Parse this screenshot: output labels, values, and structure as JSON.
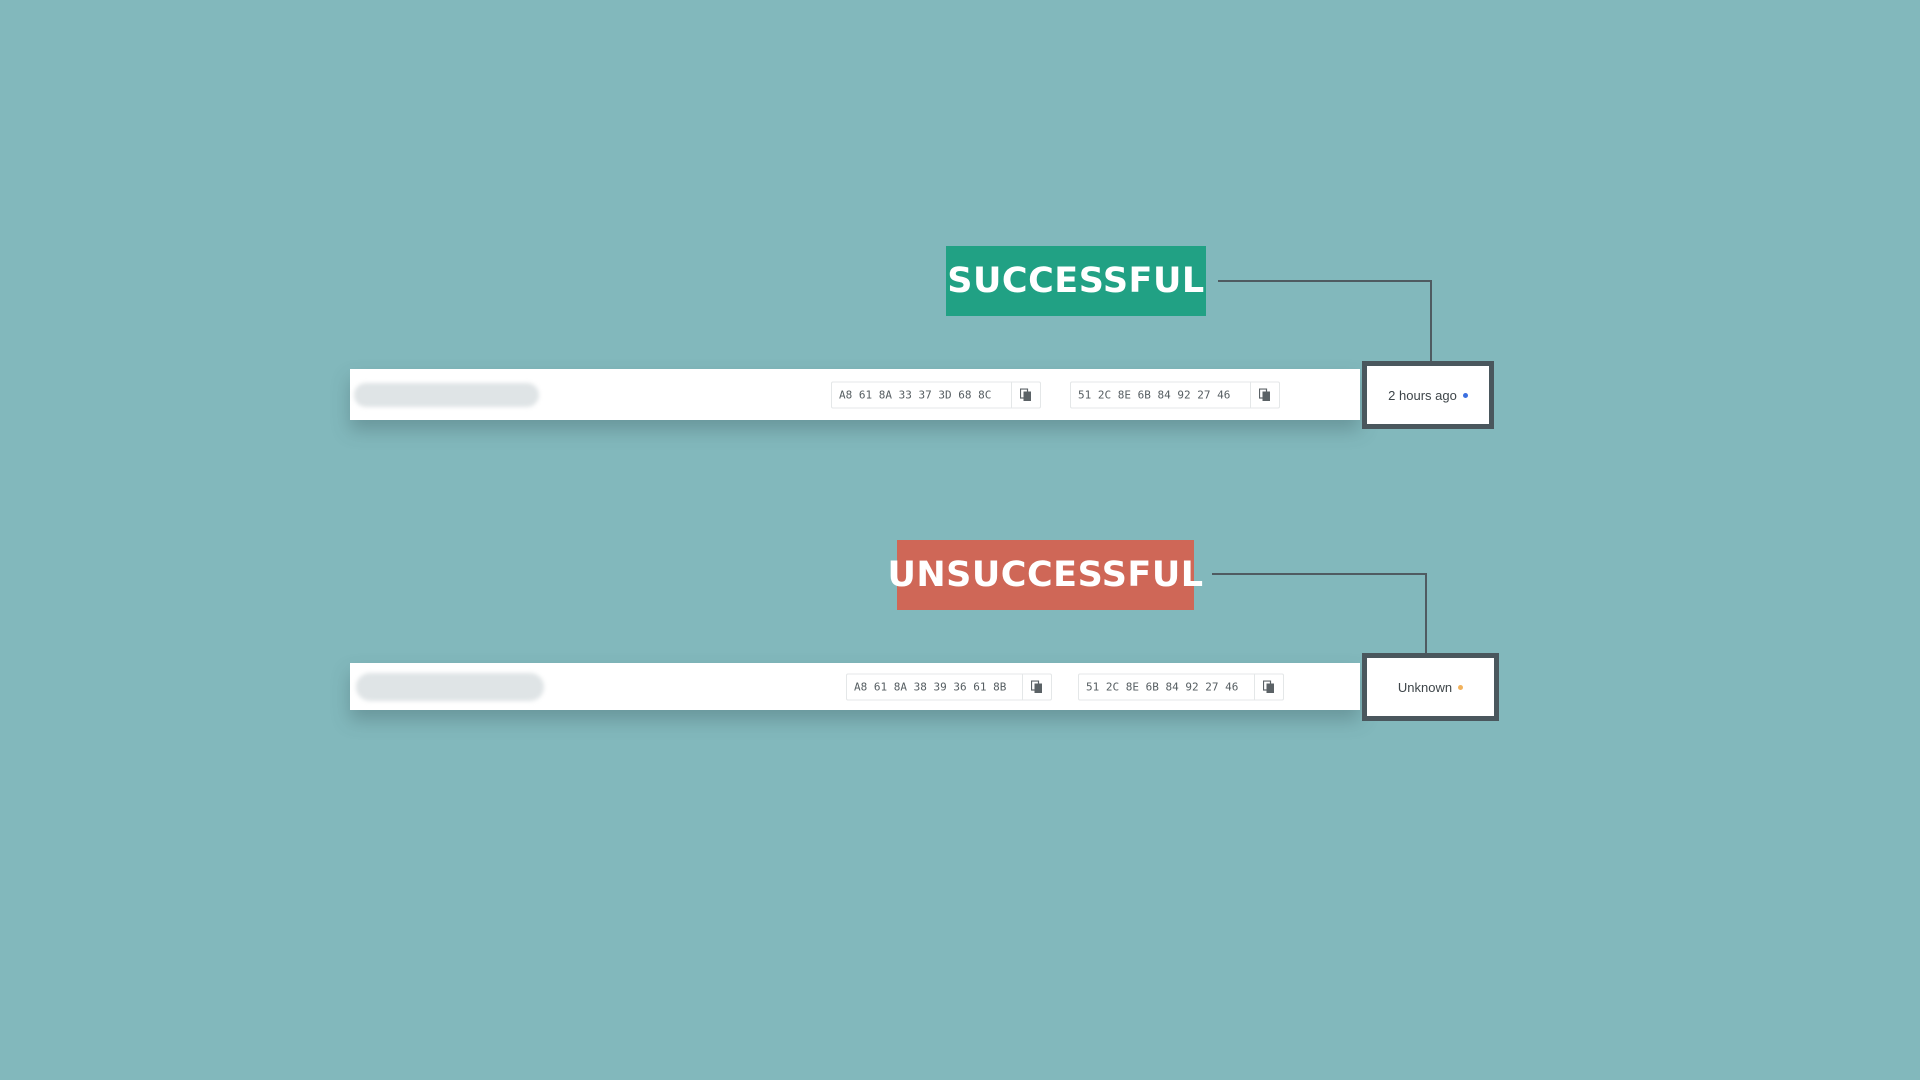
{
  "colors": {
    "background": "#82b8bc",
    "success_label": "#21a184",
    "failure_label": "#cf6757",
    "status_dot_success": "#3b6fe0",
    "status_dot_unknown": "#f2b25c",
    "highlight_border": "#4a575d"
  },
  "labels": {
    "success": "SUCCESSFUL",
    "failure": "UNSUCCESSFUL"
  },
  "rows": [
    {
      "fingerprint_1": "A8 61 8A 33 37 3D 68 8C",
      "fingerprint_2": "51 2C 8E 6B 84 92 27 46",
      "status": "2 hours ago",
      "copy_icon": "copy-icon"
    },
    {
      "fingerprint_1": "A8 61 8A 38 39 36 61 8B",
      "fingerprint_2": "51 2C 8E 6B 84 92 27 46",
      "status": "Unknown",
      "copy_icon": "copy-icon"
    }
  ]
}
